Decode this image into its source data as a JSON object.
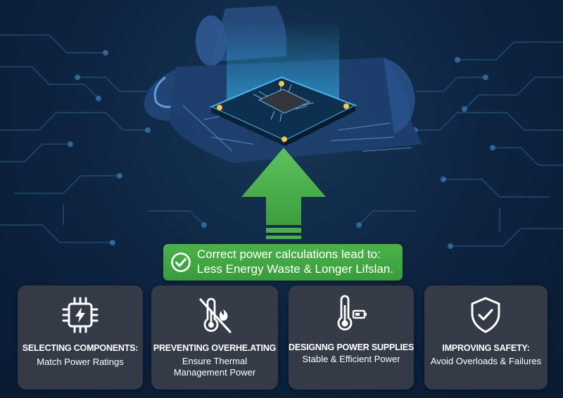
{
  "banner": {
    "line1": "Correct power calculations lead to:",
    "line2": "Less Energy Waste & Longer Lifslan.",
    "icon": "check-circle-icon",
    "color": "#44ab45"
  },
  "cards": [
    {
      "icon": "chip-power-icon",
      "title": "SELECTING COMPONENTS:",
      "desc_lines": [
        "Match Power Ratings"
      ]
    },
    {
      "icon": "no-heat-icon",
      "title": "PREVENTING OVERHE.ATING",
      "desc_lines": [
        "Ensure Thermal",
        "Management Power"
      ]
    },
    {
      "icon": "thermometer-battery-icon",
      "title": "DESIGNNG POWER SUPPLIES",
      "desc_lines": [
        "Stable & Efficient Power"
      ]
    },
    {
      "icon": "shield-check-icon",
      "title": "IMPROVING SAFETY:",
      "desc_lines": [
        "Avoid Overloads & Failures"
      ]
    }
  ],
  "colors": {
    "background": "#0d2340",
    "accent": "#44ab45",
    "card": "#383e48",
    "glow": "#35c8ff"
  }
}
